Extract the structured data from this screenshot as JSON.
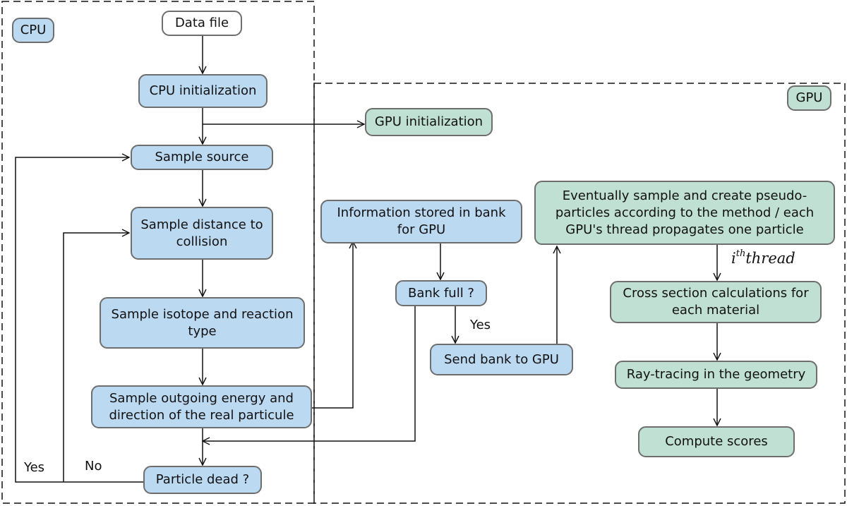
{
  "regions": {
    "cpu_label": "CPU",
    "gpu_label": "GPU"
  },
  "cpu_steps": {
    "data_file": "Data file",
    "cpu_init": "CPU initialization",
    "sample_source": "Sample source",
    "sample_distance": "Sample distance to\ncollision",
    "sample_isotope": "Sample isotope and reaction\ntype",
    "sample_outgoing": "Sample outgoing energy and\ndirection of the real particule",
    "particle_dead": "Particle dead ?"
  },
  "bank_steps": {
    "info_stored": "Information stored in bank\nfor GPU",
    "bank_full": "Bank full ?",
    "send_bank": "Send bank to GPU"
  },
  "gpu_steps": {
    "gpu_init": "GPU initialization",
    "eventually": "Eventually sample and create pseudo-\nparticles according to the method / each\nGPU's thread propagates one particle",
    "cross_section": "Cross section calculations for\neach material",
    "ray_tracing": "Ray-tracing in the geometry",
    "compute_scores": "Compute scores"
  },
  "edge_labels": {
    "yes_bank": "Yes",
    "yes_dead": "Yes",
    "no_dead": "No",
    "thread_base": "i",
    "thread_sup": "th",
    "thread_word": "thread"
  },
  "colors": {
    "cpu_box": "#bcd9f2",
    "gpu_box": "#bfe0d2",
    "border": "#6e6e6e",
    "line": "#111111"
  }
}
